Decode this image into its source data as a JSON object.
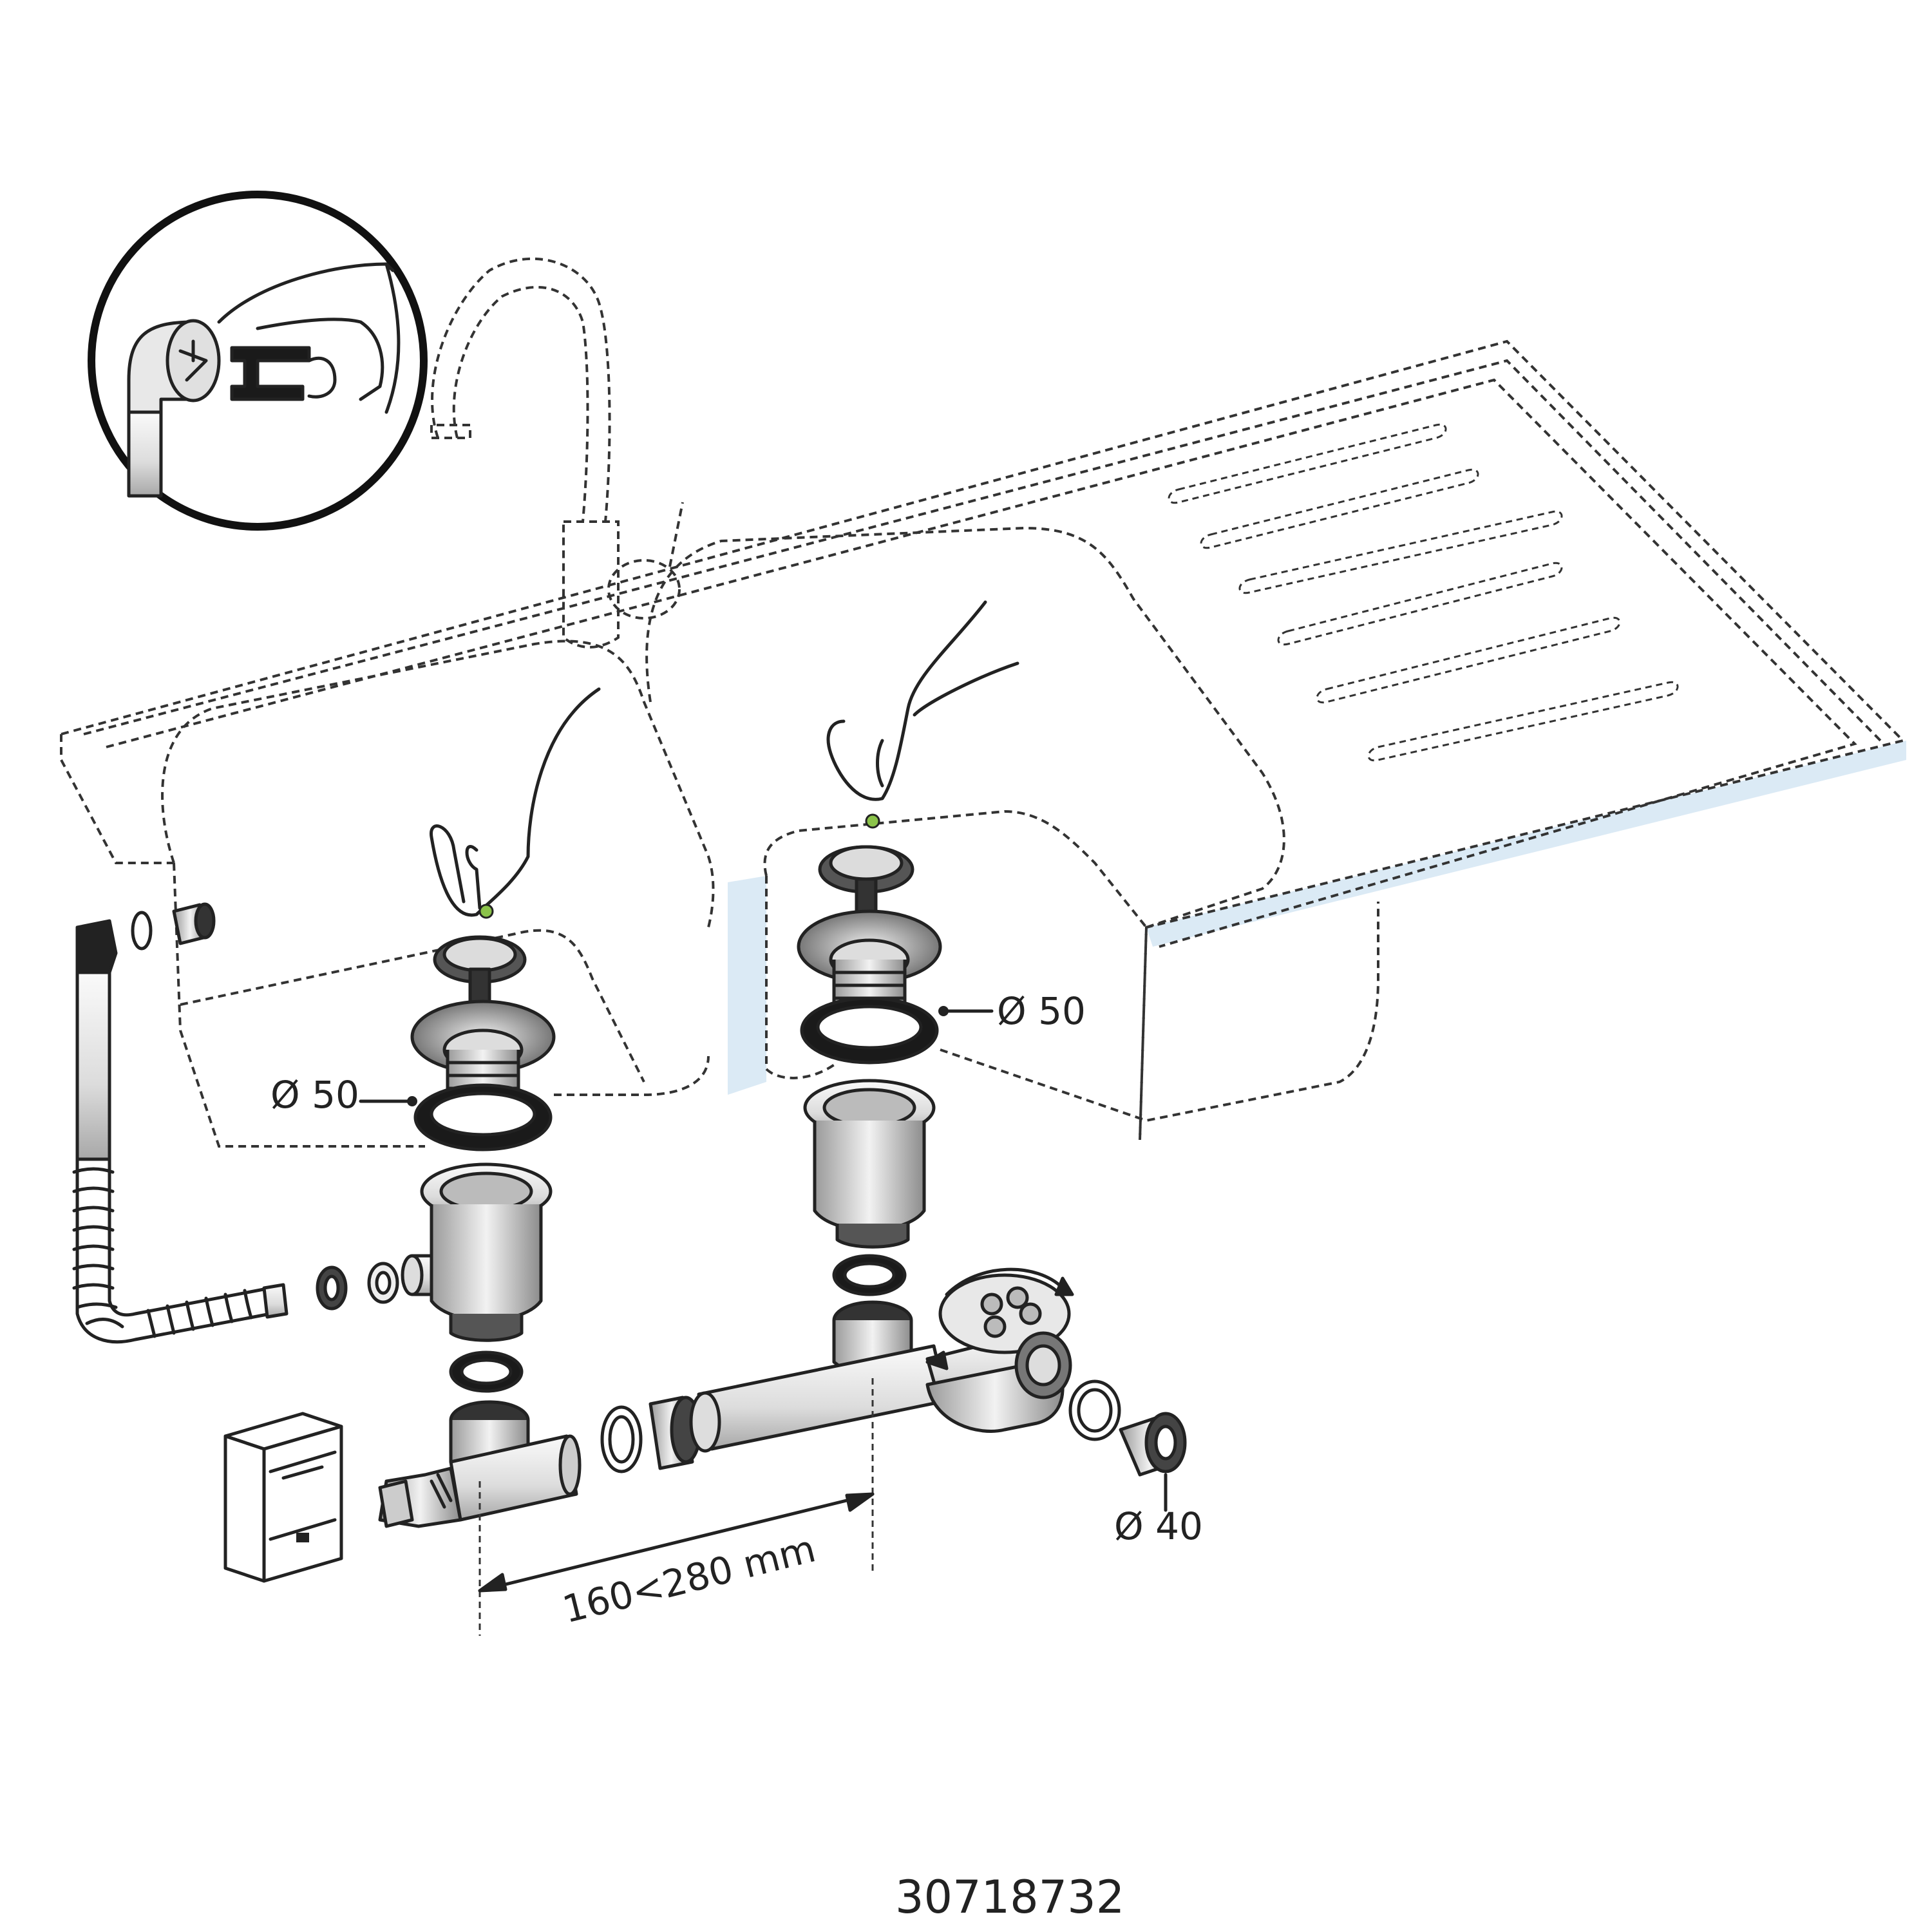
{
  "labels": {
    "diameter_left": "Ø 50",
    "diameter_right": "Ø 50",
    "diameter_outlet": "Ø 40",
    "spacing": "160<280 mm"
  },
  "product_code": "30718732",
  "icons": {
    "inset": "hand-inserting-clip-icon",
    "appliance": "washing-machine-icon",
    "rotate": "rotate-arrow-icon"
  },
  "colors": {
    "line": "#222222",
    "water_tint": "#dbeaf5",
    "metal": "#bfbfbf"
  }
}
